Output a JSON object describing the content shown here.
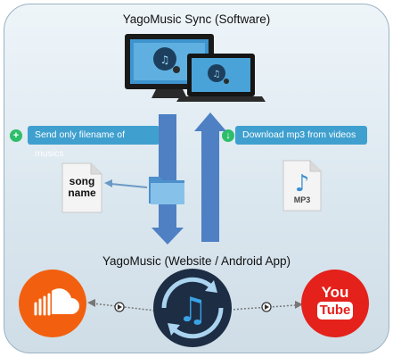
{
  "diagram": {
    "title_top": "YagoMusic Sync (Software)",
    "title_middle": "YagoMusic (Website / Android App)",
    "left_badge": "Send only filename of musics",
    "right_badge": "Download mp3 from videos",
    "song_doc_text": "song name",
    "mp3_label": "MP3",
    "youtube_you": "You",
    "youtube_tube": "Tube",
    "colors": {
      "badge_blue": "#3fa0cf",
      "arrow_blue": "#4e80c3",
      "soundcloud_orange": "#f2600f",
      "youtube_red": "#e4211b",
      "center_navy": "#1d2d44",
      "green_circle": "#2ebd6a"
    },
    "icons": [
      "plus-icon",
      "download-icon",
      "monitor-icon",
      "laptop-icon",
      "folder-icon",
      "mp3-file-icon",
      "soundcloud-icon",
      "youtube-icon",
      "sync-music-icon",
      "play-icon"
    ]
  }
}
